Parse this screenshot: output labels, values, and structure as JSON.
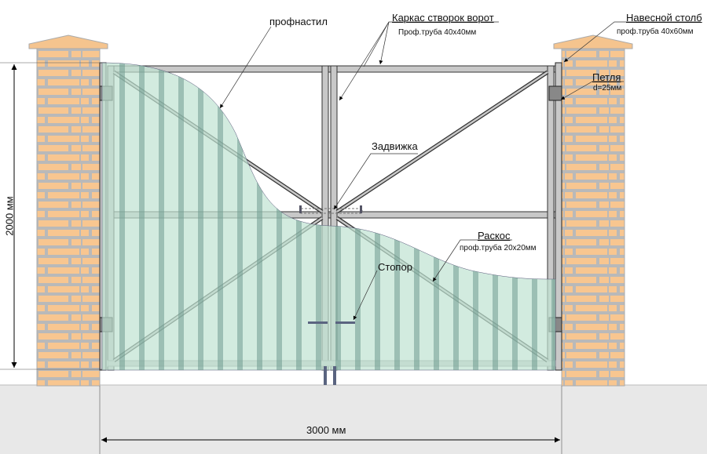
{
  "labels": {
    "cladding": "профнастил",
    "frame_title": "Каркас створок ворот",
    "frame_spec": "Проф.труба 40x40мм",
    "post_title": "Навесной столб",
    "post_spec": "проф.труба 40x60мм",
    "hinge_title": "Петля",
    "hinge_spec": "d=25мм",
    "latch": "Задвижка",
    "brace_title": "Раскос",
    "brace_spec": "проф.труба 20x20мм",
    "stopper": "Стопор"
  },
  "dimensions": {
    "height": "2000 мм",
    "width": "3000 мм"
  },
  "colors": {
    "brick": "#f8c690",
    "mortar": "#b9b9b9",
    "frame": "#c8c8c8",
    "cladding": "#bfe3d2",
    "stripe": "#6f9a90",
    "ground": "#e8e8e8"
  }
}
